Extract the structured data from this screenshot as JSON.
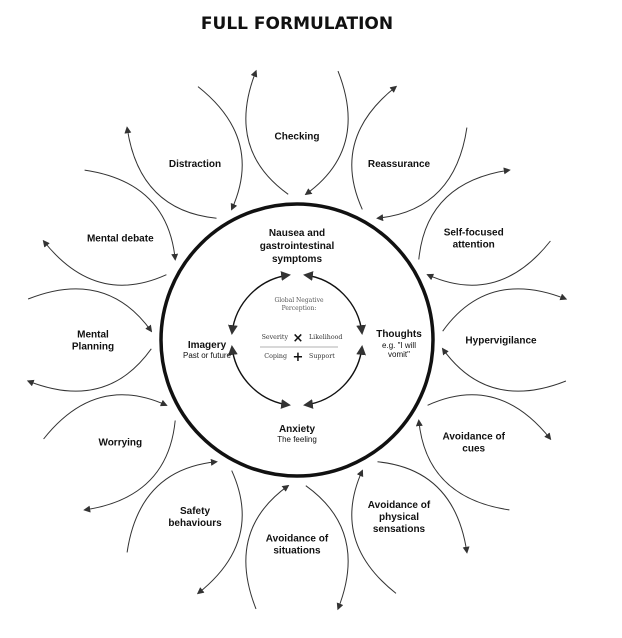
{
  "title": "FULL FORMULATION",
  "center": {
    "top": [
      "Nausea and",
      "gastrointestinal",
      "symptoms"
    ],
    "left": {
      "label": "Imagery",
      "sub": "Past or future"
    },
    "right": {
      "label": "Thoughts",
      "sub": [
        "e.g. \"I will",
        "vomit\""
      ]
    },
    "bottom": {
      "label": "Anxiety",
      "sub": "The feeling"
    },
    "perception": {
      "heading": [
        "Global Negative",
        "Perception:"
      ],
      "severity": "Severity",
      "times": "×",
      "likelihood": "Likelihood",
      "coping": "Coping",
      "plus": "+",
      "support": "Support"
    }
  },
  "petals": [
    {
      "id": "checking",
      "lines": [
        "Checking"
      ]
    },
    {
      "id": "reassurance",
      "lines": [
        "Reassurance"
      ]
    },
    {
      "id": "self-focused-attention",
      "lines": [
        "Self-focused",
        "attention"
      ]
    },
    {
      "id": "hypervigilance",
      "lines": [
        "Hypervigilance"
      ]
    },
    {
      "id": "avoidance-of-cues",
      "lines": [
        "Avoidance of",
        "cues"
      ]
    },
    {
      "id": "avoidance-of-physical-sensations",
      "lines": [
        "Avoidance of",
        "physical",
        "sensations"
      ]
    },
    {
      "id": "avoidance-of-situations",
      "lines": [
        "Avoidance of",
        "situations"
      ]
    },
    {
      "id": "safety-behaviours",
      "lines": [
        "Safety",
        "behaviours"
      ]
    },
    {
      "id": "worrying",
      "lines": [
        "Worrying"
      ]
    },
    {
      "id": "mental-planning",
      "lines": [
        "Mental",
        "Planning"
      ]
    },
    {
      "id": "mental-debate",
      "lines": [
        "Mental debate"
      ]
    },
    {
      "id": "distraction",
      "lines": [
        "Distraction"
      ]
    }
  ]
}
